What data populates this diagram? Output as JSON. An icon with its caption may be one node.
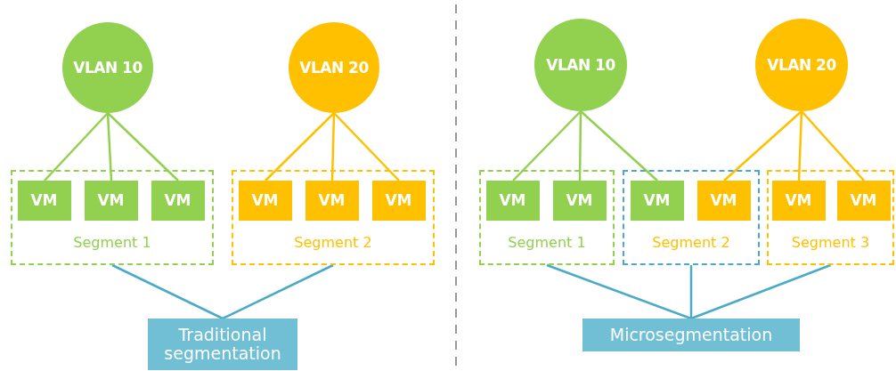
{
  "diagram": {
    "nodes": [
      {
        "text": [
          "VLAN 10"
        ]
      },
      {
        "text": [
          "VLAN 20"
        ]
      },
      {
        "text": [
          "Segment 1"
        ]
      },
      {
        "text": [
          "VM"
        ],
        "in": 2
      },
      {
        "text": [
          "VM"
        ],
        "in": 2
      },
      {
        "text": [
          "VM"
        ],
        "in": 2
      },
      {
        "text": [
          "Segment 2"
        ]
      },
      {
        "text": [
          "VM"
        ],
        "in": 6
      },
      {
        "text": [
          "VM"
        ],
        "in": 6
      },
      {
        "text": [
          "VM"
        ],
        "in": 6
      },
      {
        "text": [
          "Traditional segmentation"
        ]
      },
      {
        "text": [
          "VLAN 10"
        ]
      },
      {
        "text": [
          "VLAN 20"
        ]
      },
      {
        "text": [
          "Segment 1"
        ]
      },
      {
        "text": [
          "VM"
        ],
        "in": 13
      },
      {
        "text": [
          "VM"
        ],
        "in": 13
      },
      {
        "text": [
          "Segment 2"
        ]
      },
      {
        "text": [
          "VM"
        ],
        "in": 16
      },
      {
        "text": [
          "VM"
        ],
        "in": 16
      },
      {
        "text": [
          "Segment 3"
        ]
      },
      {
        "text": [
          "VM"
        ],
        "in": 19
      },
      {
        "text": [
          "VM"
        ],
        "in": 19
      },
      {
        "text": [
          "Microsegmentation"
        ]
      }
    ],
    "edges": [
      {
        "from": 0,
        "to": 3,
        "arrow": "none",
        "color": "#92d050"
      },
      {
        "from": 0,
        "to": 4,
        "arrow": "none",
        "color": "#92d050"
      },
      {
        "from": 0,
        "to": 5,
        "arrow": "none",
        "color": "#92d050"
      },
      {
        "from": 1,
        "to": 7,
        "arrow": "none",
        "color": "#ffc000"
      },
      {
        "from": 1,
        "to": 8,
        "arrow": "none",
        "color": "#ffc000"
      },
      {
        "from": 1,
        "to": 9,
        "arrow": "none",
        "color": "#ffc000"
      },
      {
        "from": 2,
        "to": 10,
        "arrow": "none",
        "color": "#4aaac8"
      },
      {
        "from": 6,
        "to": 10,
        "arrow": "none",
        "color": "#4aaac8"
      },
      {
        "from": 11,
        "to": 14,
        "arrow": "none",
        "color": "#92d050"
      },
      {
        "from": 11,
        "to": 15,
        "arrow": "none",
        "color": "#92d050"
      },
      {
        "from": 11,
        "to": 17,
        "arrow": "none",
        "color": "#92d050"
      },
      {
        "from": 12,
        "to": 18,
        "arrow": "none",
        "color": "#ffc000"
      },
      {
        "from": 12,
        "to": 20,
        "arrow": "none",
        "color": "#ffc000"
      },
      {
        "from": 12,
        "to": 21,
        "arrow": "none",
        "color": "#ffc000"
      },
      {
        "from": 13,
        "to": 22,
        "arrow": "none",
        "color": "#4aaac8"
      },
      {
        "from": 16,
        "to": 22,
        "arrow": "none",
        "color": "#4aaac8"
      },
      {
        "from": 19,
        "to": 22,
        "arrow": "none",
        "color": "#4aaac8"
      }
    ]
  }
}
